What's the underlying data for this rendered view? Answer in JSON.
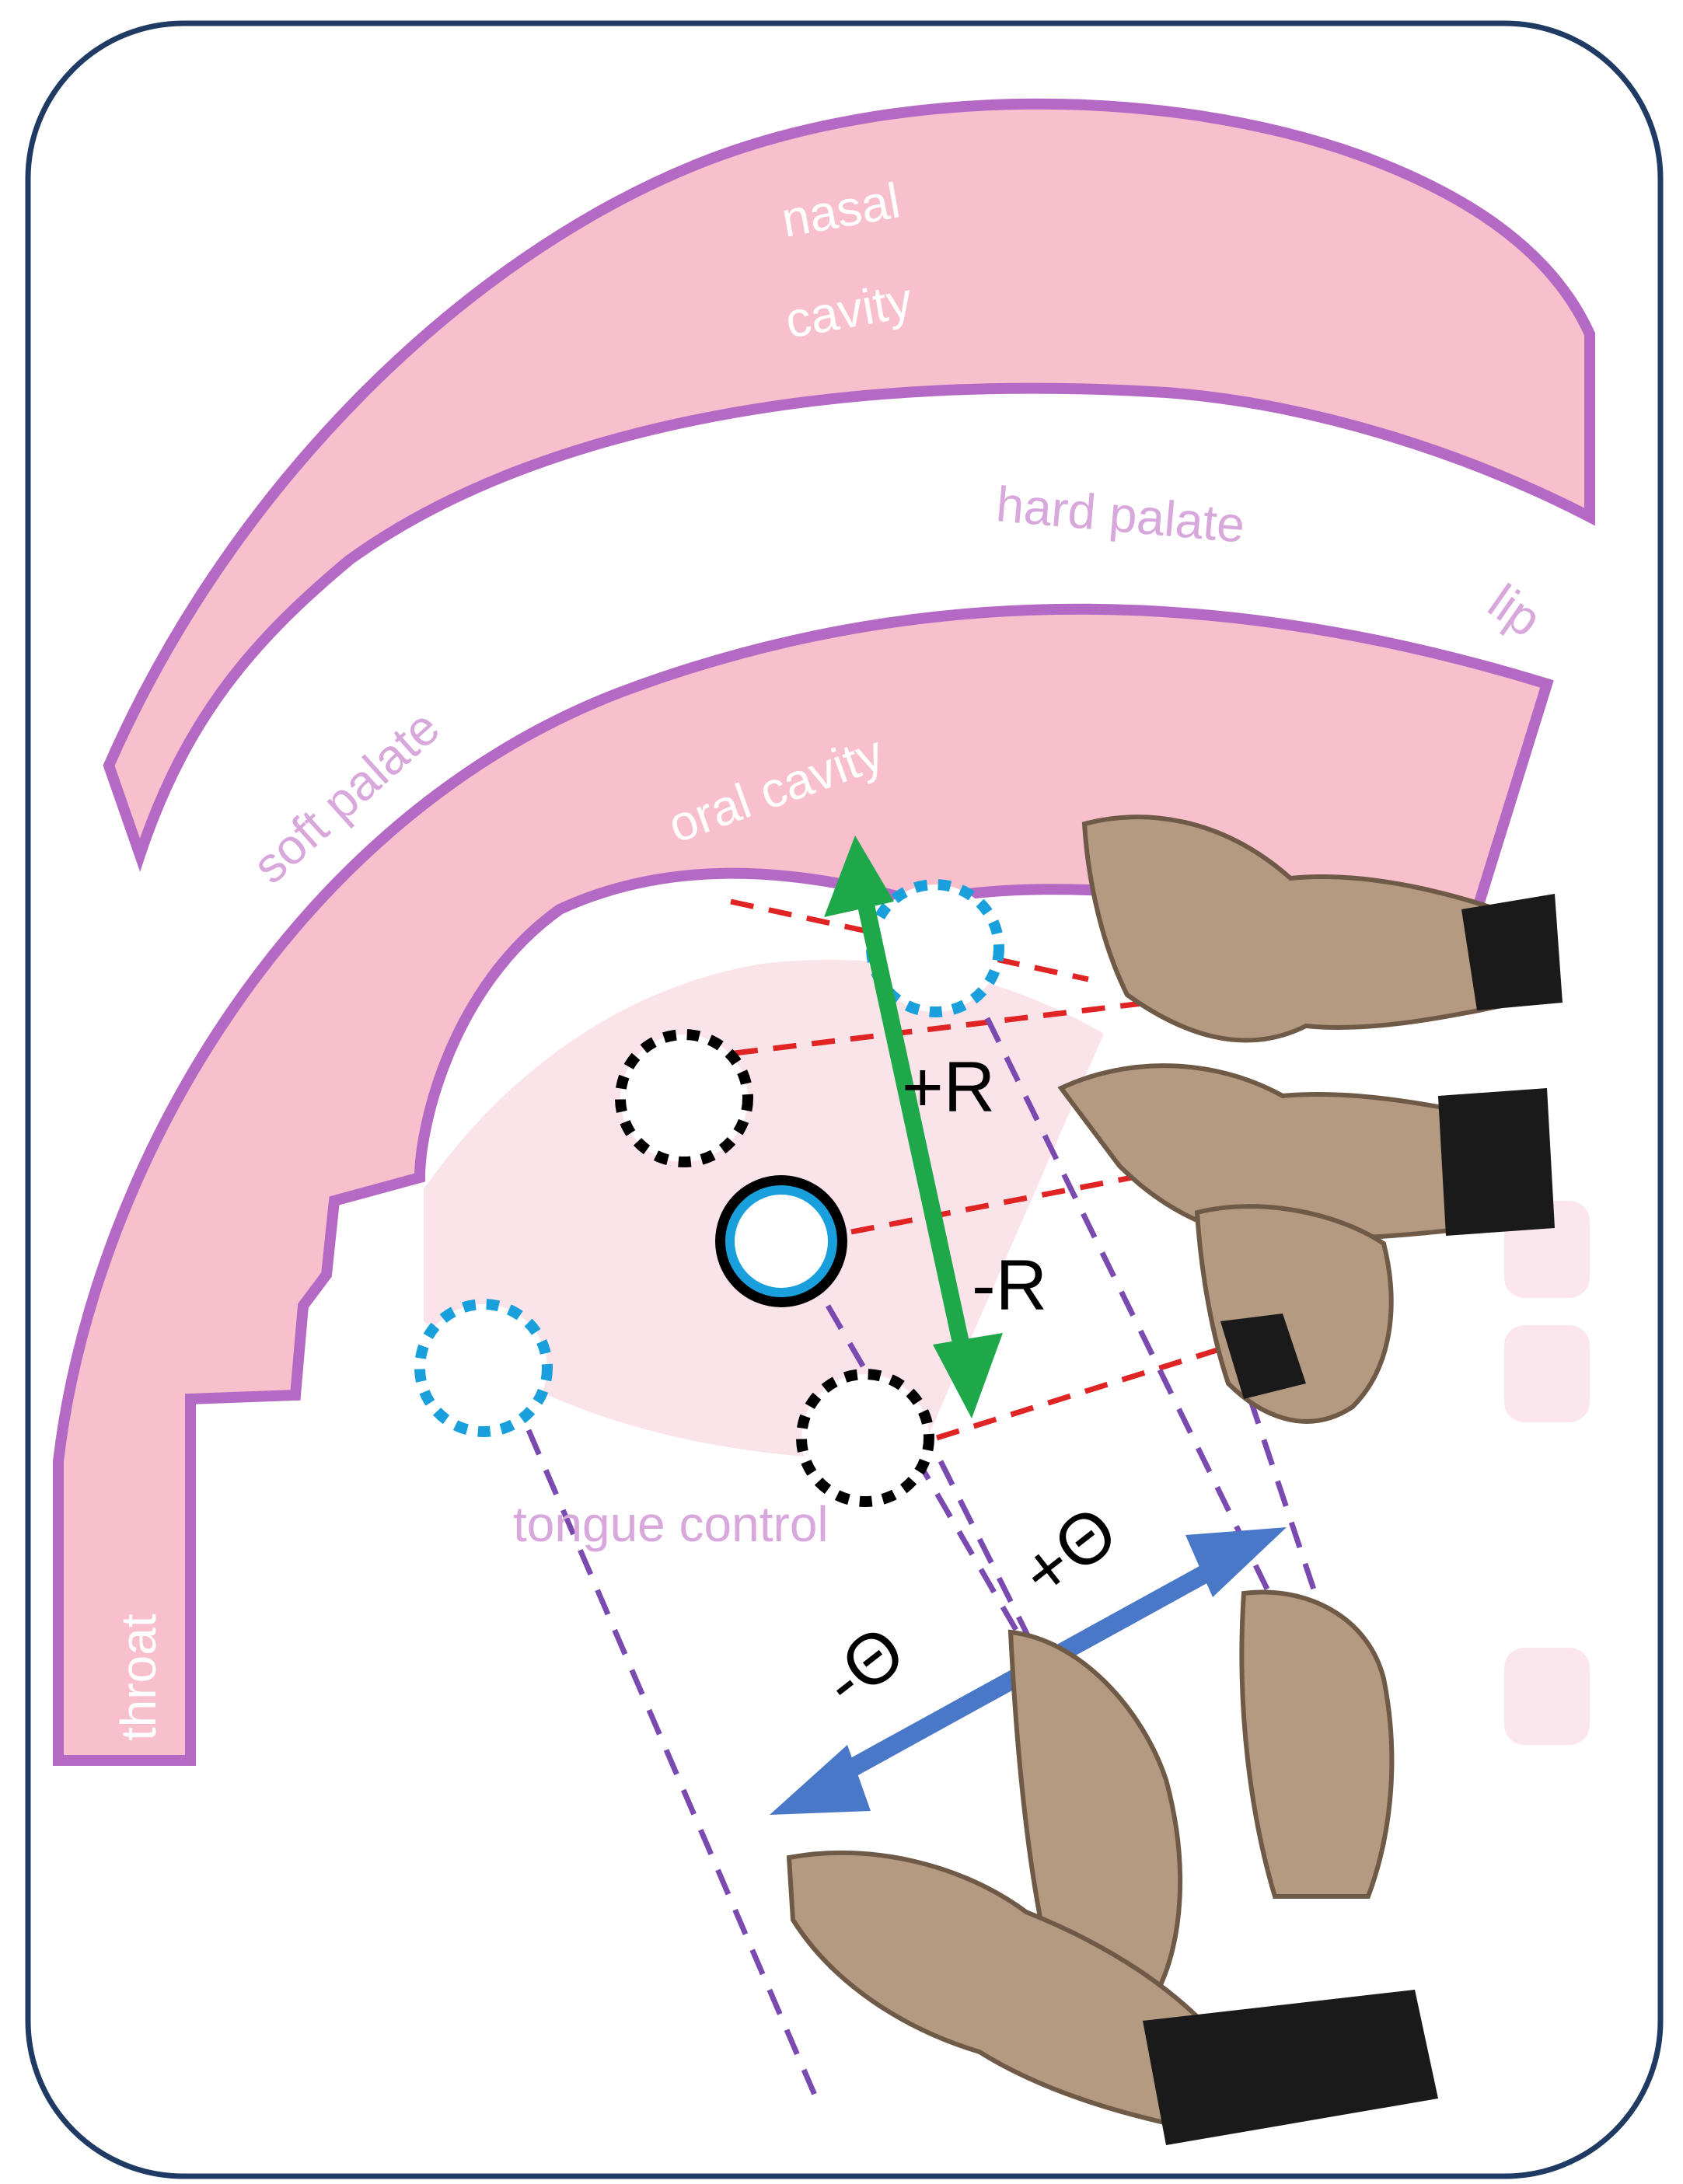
{
  "labels": {
    "nasal_line1": "nasal",
    "nasal_line2": "cavity",
    "hard_palate": "hard palate",
    "lip": "lip",
    "soft_palate": "soft palate",
    "oral_cavity": "oral cavity",
    "tongue_control": "tongue control",
    "throat": "throat"
  },
  "controls": {
    "plus_r": "+R",
    "minus_r": "-R",
    "plus_theta": "+Θ",
    "minus_theta": "-Θ"
  },
  "colors": {
    "tissue_fill": "#f8bfcc",
    "tissue_outline": "#b46ac4",
    "tongue_region": "#fbe3ea",
    "radial_arrow": "#1fa84a",
    "angular_arrow": "#4a78c8",
    "radial_guides": "#e02424",
    "angular_guides": "#7a4ab0",
    "active_circle": "#19a0dc",
    "frame": "#1f3a63",
    "glove": "#b59a82"
  },
  "icons": [
    "glove-hand-icon"
  ]
}
